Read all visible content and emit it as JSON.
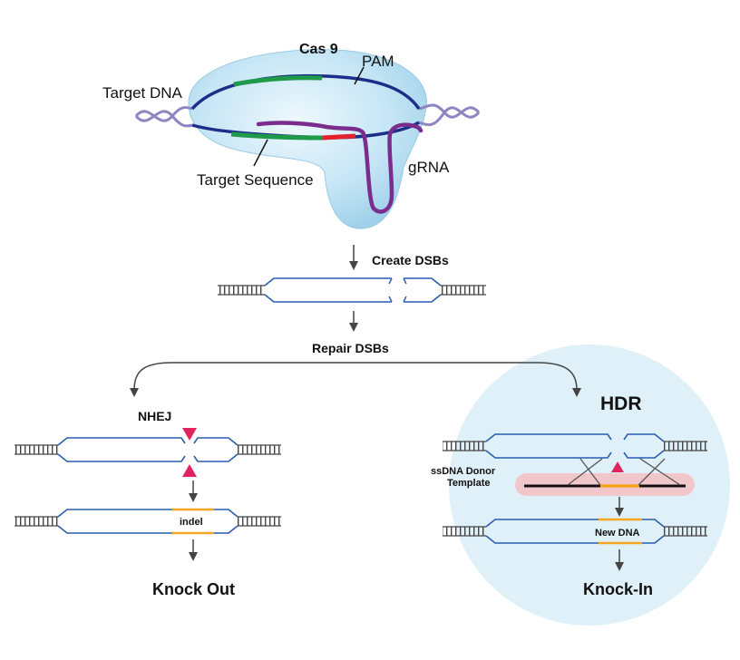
{
  "labels": {
    "cas9": "Cas 9",
    "pam": "PAM",
    "target_dna": "Target DNA",
    "target_sequence": "Target Sequence",
    "grna": "gRNA",
    "create_dsbs": "Create DSBs",
    "repair_dsbs": "Repair DSBs",
    "nhej": "NHEJ",
    "hdr": "HDR",
    "indel": "indel",
    "donor_line1": "ssDNA Donor",
    "donor_line2": "Template",
    "new_dna": "New DNA",
    "knock_out": "Knock Out",
    "knock_in": "Knock-In"
  },
  "colors": {
    "dna_strand": "#1b2f8a",
    "target_sequence": "#1e9a4a",
    "grna": "#7b2d8e",
    "pam_cut": "#e3222d",
    "cas9_fill": "#bfe3f3",
    "hdr_circle": "#dff0f9",
    "dsb_strand": "#2a5db0",
    "insert": "#f5a623",
    "cut_marker": "#e0245e",
    "donor_band": "#f2c7cc",
    "arrow": "#444444"
  }
}
